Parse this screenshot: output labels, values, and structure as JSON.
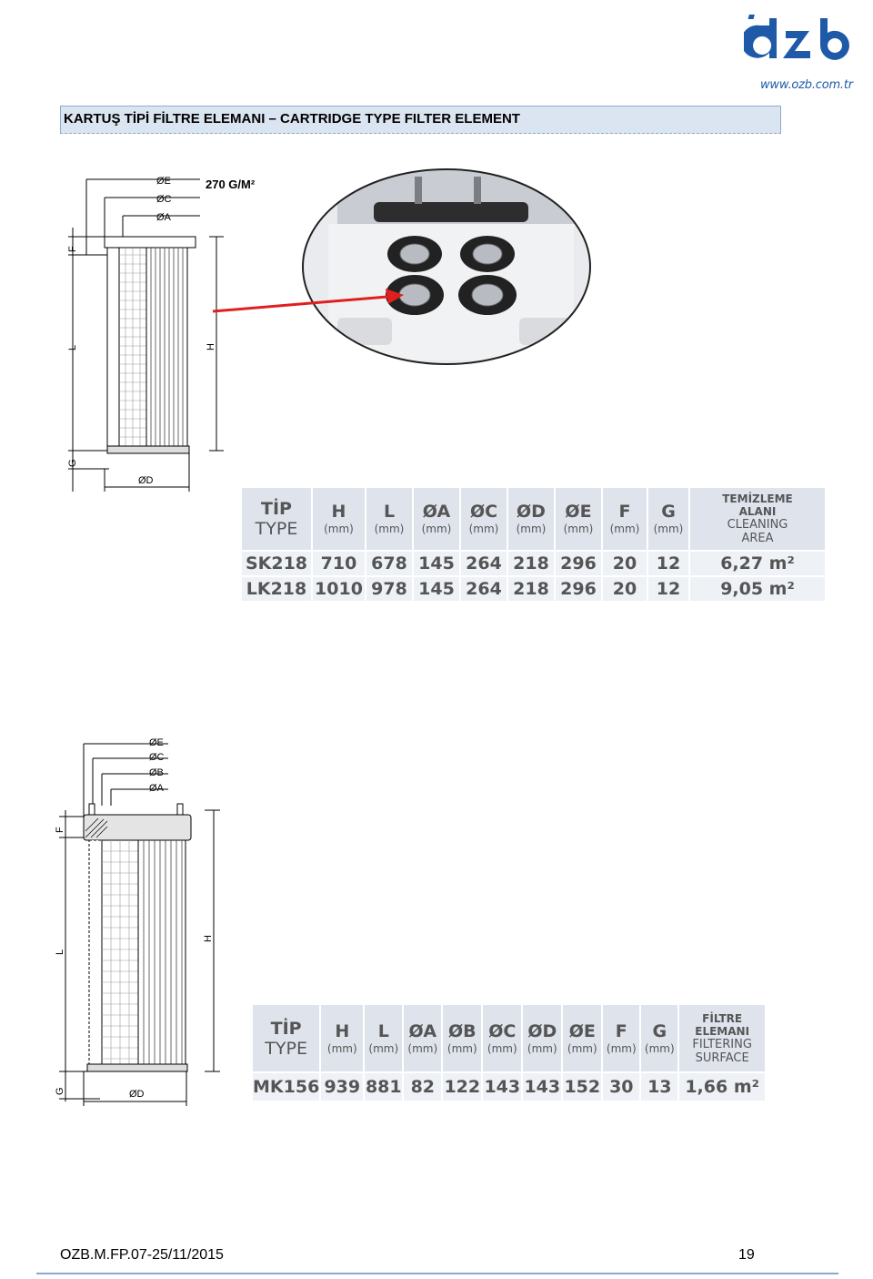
{
  "logo": {
    "text": "ozb",
    "url": "www.ozb.com.tr",
    "color": "#1e5aa8"
  },
  "title": "KARTUŞ TİPİ FİLTRE ELEMANI – CARTRIDGE TYPE FILTER ELEMENT",
  "drawing1": {
    "labels": {
      "oe": "ØE",
      "oc": "ØC",
      "oa": "ØA",
      "od": "ØD",
      "f": "F",
      "l": "L",
      "g": "G",
      "h": "H"
    },
    "media": "270 G/M²"
  },
  "table1": {
    "head": {
      "type_tr": "TİP",
      "type_en": "TYPE",
      "cols": [
        {
          "name": "H",
          "unit": "(mm)"
        },
        {
          "name": "L",
          "unit": "(mm)"
        },
        {
          "name": "ØA",
          "unit": "(mm)"
        },
        {
          "name": "ØC",
          "unit": "(mm)"
        },
        {
          "name": "ØD",
          "unit": "(mm)"
        },
        {
          "name": "ØE",
          "unit": "(mm)"
        },
        {
          "name": "F",
          "unit": "(mm)"
        },
        {
          "name": "G",
          "unit": "(mm)"
        }
      ],
      "area_1": "TEMİZLEME",
      "area_2": "ALANI",
      "area_3": "CLEANING",
      "area_4": "AREA"
    },
    "rows": [
      [
        "SK218",
        "710",
        "678",
        "145",
        "264",
        "218",
        "296",
        "20",
        "12",
        "6,27 m²"
      ],
      [
        "LK218",
        "1010",
        "978",
        "145",
        "264",
        "218",
        "296",
        "20",
        "12",
        "9,05 m²"
      ]
    ]
  },
  "drawing2": {
    "labels": {
      "oe": "ØE",
      "oc": "ØC",
      "ob": "ØB",
      "oa": "ØA",
      "od": "ØD",
      "f": "F",
      "l": "L",
      "g": "G",
      "h": "H"
    }
  },
  "table2": {
    "head": {
      "type_tr": "TİP",
      "type_en": "TYPE",
      "cols": [
        {
          "name": "H",
          "unit": "(mm)"
        },
        {
          "name": "L",
          "unit": "(mm)"
        },
        {
          "name": "ØA",
          "unit": "(mm)"
        },
        {
          "name": "ØB",
          "unit": "(mm)"
        },
        {
          "name": "ØC",
          "unit": "(mm)"
        },
        {
          "name": "ØD",
          "unit": "(mm)"
        },
        {
          "name": "ØE",
          "unit": "(mm)"
        },
        {
          "name": "F",
          "unit": "(mm)"
        },
        {
          "name": "G",
          "unit": "(mm)"
        }
      ],
      "area_1": "FİLTRE",
      "area_2": "ELEMANI",
      "area_3": "FILTERING",
      "area_4": "SURFACE"
    },
    "rows": [
      [
        "MK156",
        "939",
        "881",
        "82",
        "122",
        "143",
        "143",
        "152",
        "30",
        "13",
        "1,66 m²"
      ]
    ]
  },
  "footer": {
    "code": "OZB.M.FP.07-25/11/2015",
    "page": "19"
  }
}
